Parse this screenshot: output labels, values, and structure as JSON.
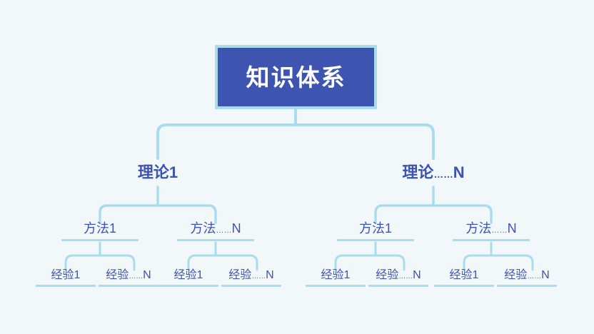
{
  "diagram": {
    "title": "知识体系",
    "background_color": "#f2f8f9",
    "connector_color": "#a9dced",
    "node_text_color": "#3d53b0",
    "root_fill_color": "#3d54b0",
    "root_border_color": "#a9dced",
    "root_text_color": "#ffffff",
    "root": {
      "label": "知识体系"
    },
    "level2": [
      {
        "label": "理论1",
        "base": "理论",
        "ellipsis": "",
        "suffix": "1"
      },
      {
        "label": "理论……N",
        "base": "理论",
        "ellipsis": "……",
        "suffix": "N"
      }
    ],
    "level3": [
      {
        "label": "方法1",
        "base": "方法",
        "ellipsis": "",
        "suffix": "1"
      },
      {
        "label": "方法……N",
        "base": "方法",
        "ellipsis": "……",
        "suffix": "N"
      },
      {
        "label": "方法1",
        "base": "方法",
        "ellipsis": "",
        "suffix": "1"
      },
      {
        "label": "方法……N",
        "base": "方法",
        "ellipsis": "……",
        "suffix": "N"
      }
    ],
    "level4": [
      {
        "label": "经验1",
        "base": "经验",
        "ellipsis": "",
        "suffix": "1"
      },
      {
        "label": "经验……N",
        "base": "经验",
        "ellipsis": "……",
        "suffix": "N"
      },
      {
        "label": "经验1",
        "base": "经验",
        "ellipsis": "",
        "suffix": "1"
      },
      {
        "label": "经验……N",
        "base": "经验",
        "ellipsis": "……",
        "suffix": "N"
      },
      {
        "label": "经验1",
        "base": "经验",
        "ellipsis": "",
        "suffix": "1"
      },
      {
        "label": "经验……N",
        "base": "经验",
        "ellipsis": "……",
        "suffix": "N"
      },
      {
        "label": "经验1",
        "base": "经验",
        "ellipsis": "",
        "suffix": "1"
      },
      {
        "label": "经验……N",
        "base": "经验",
        "ellipsis": "……",
        "suffix": "N"
      }
    ]
  }
}
